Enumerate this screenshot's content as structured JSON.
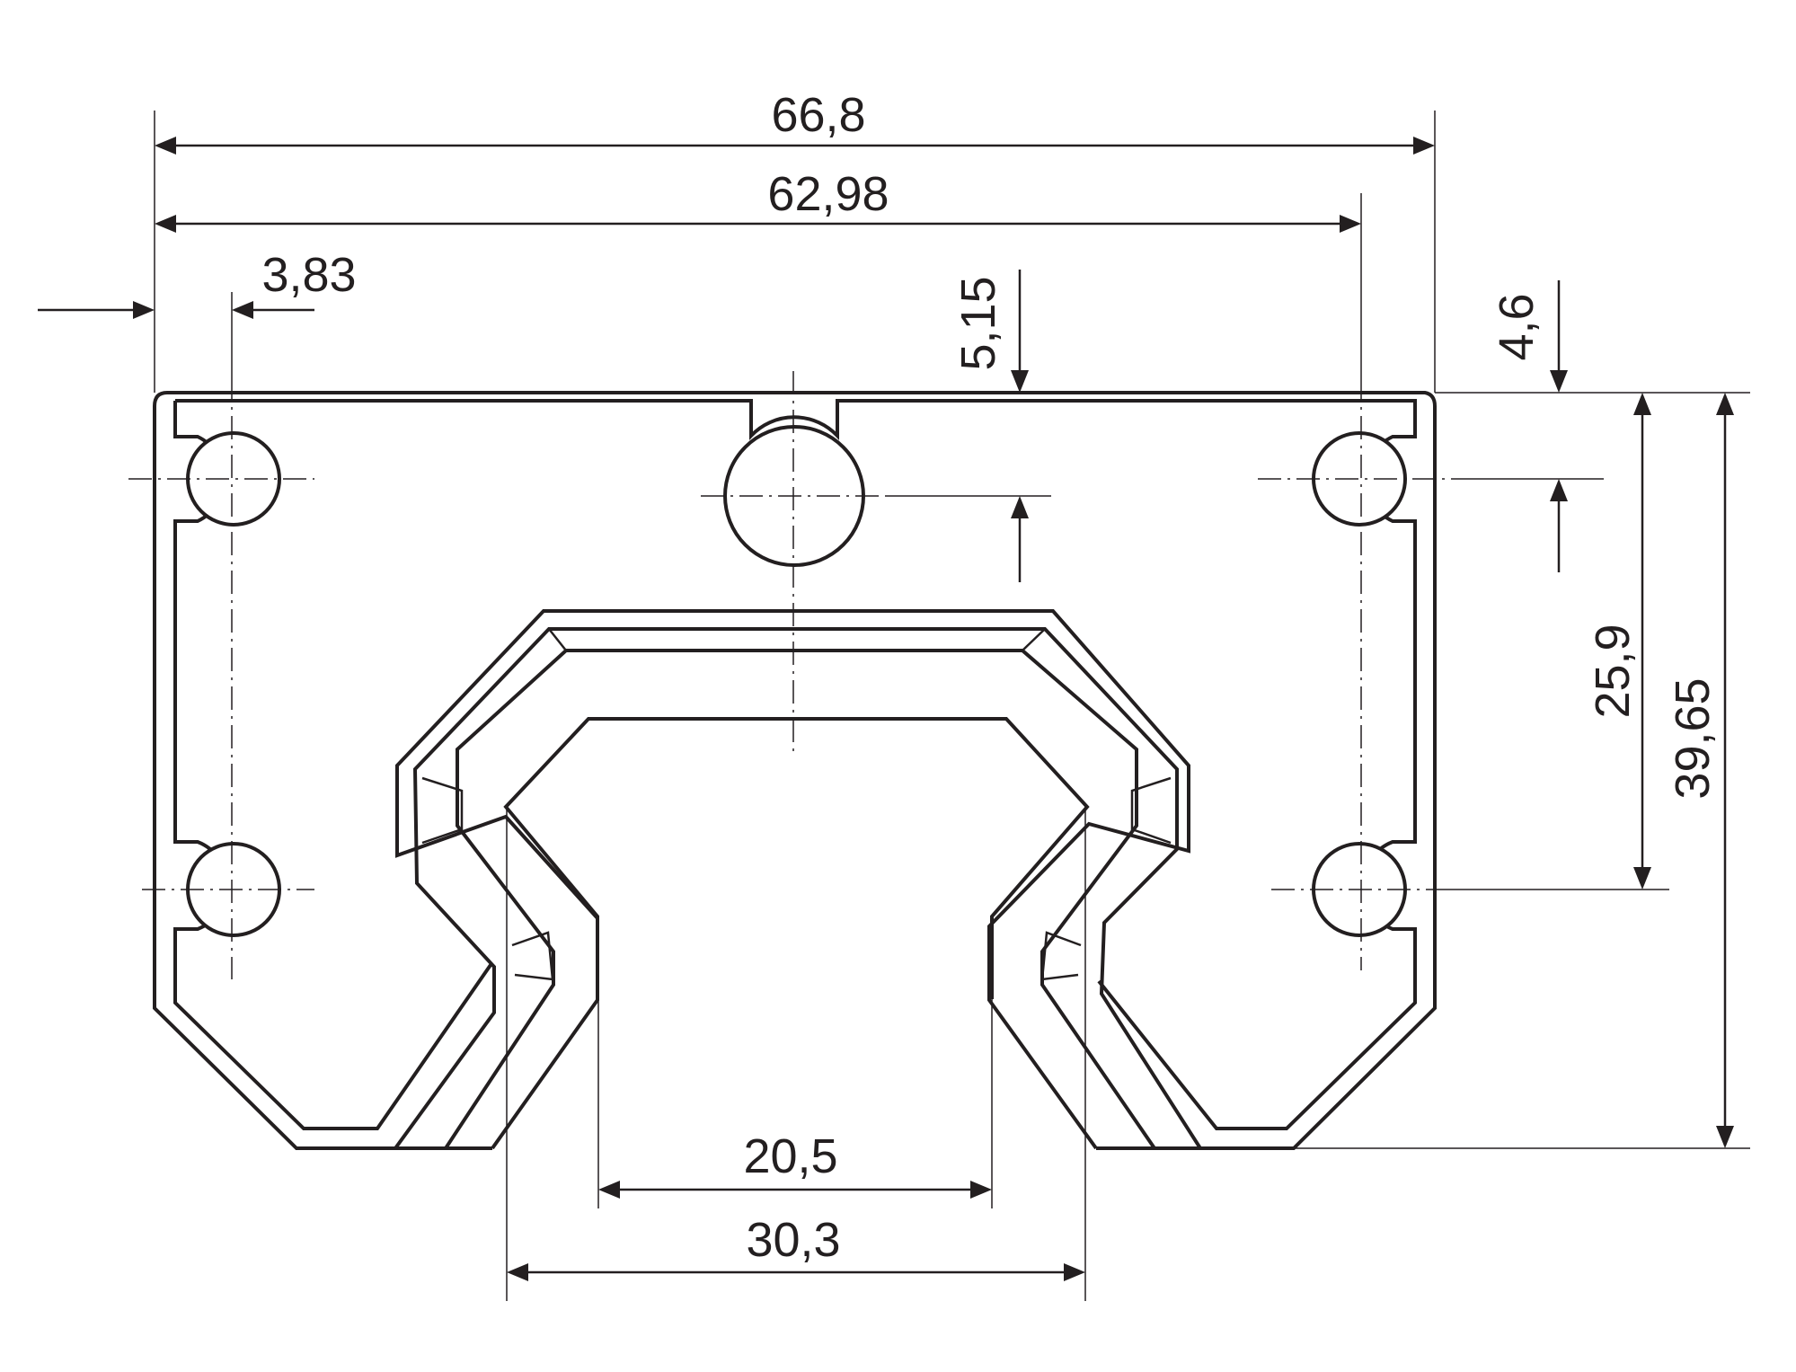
{
  "drawing": {
    "dimensions": {
      "overall_width": "66,8",
      "width_between_holes": "62,98",
      "hole_edge_offset": "3,83",
      "top_to_center_hole": "5,15",
      "top_to_side_hole": "4,6",
      "vertical_hole_spacing": "25,9",
      "overall_height": "39,65",
      "inner_slot_width": "20,5",
      "outer_slot_width": "30,3"
    }
  }
}
